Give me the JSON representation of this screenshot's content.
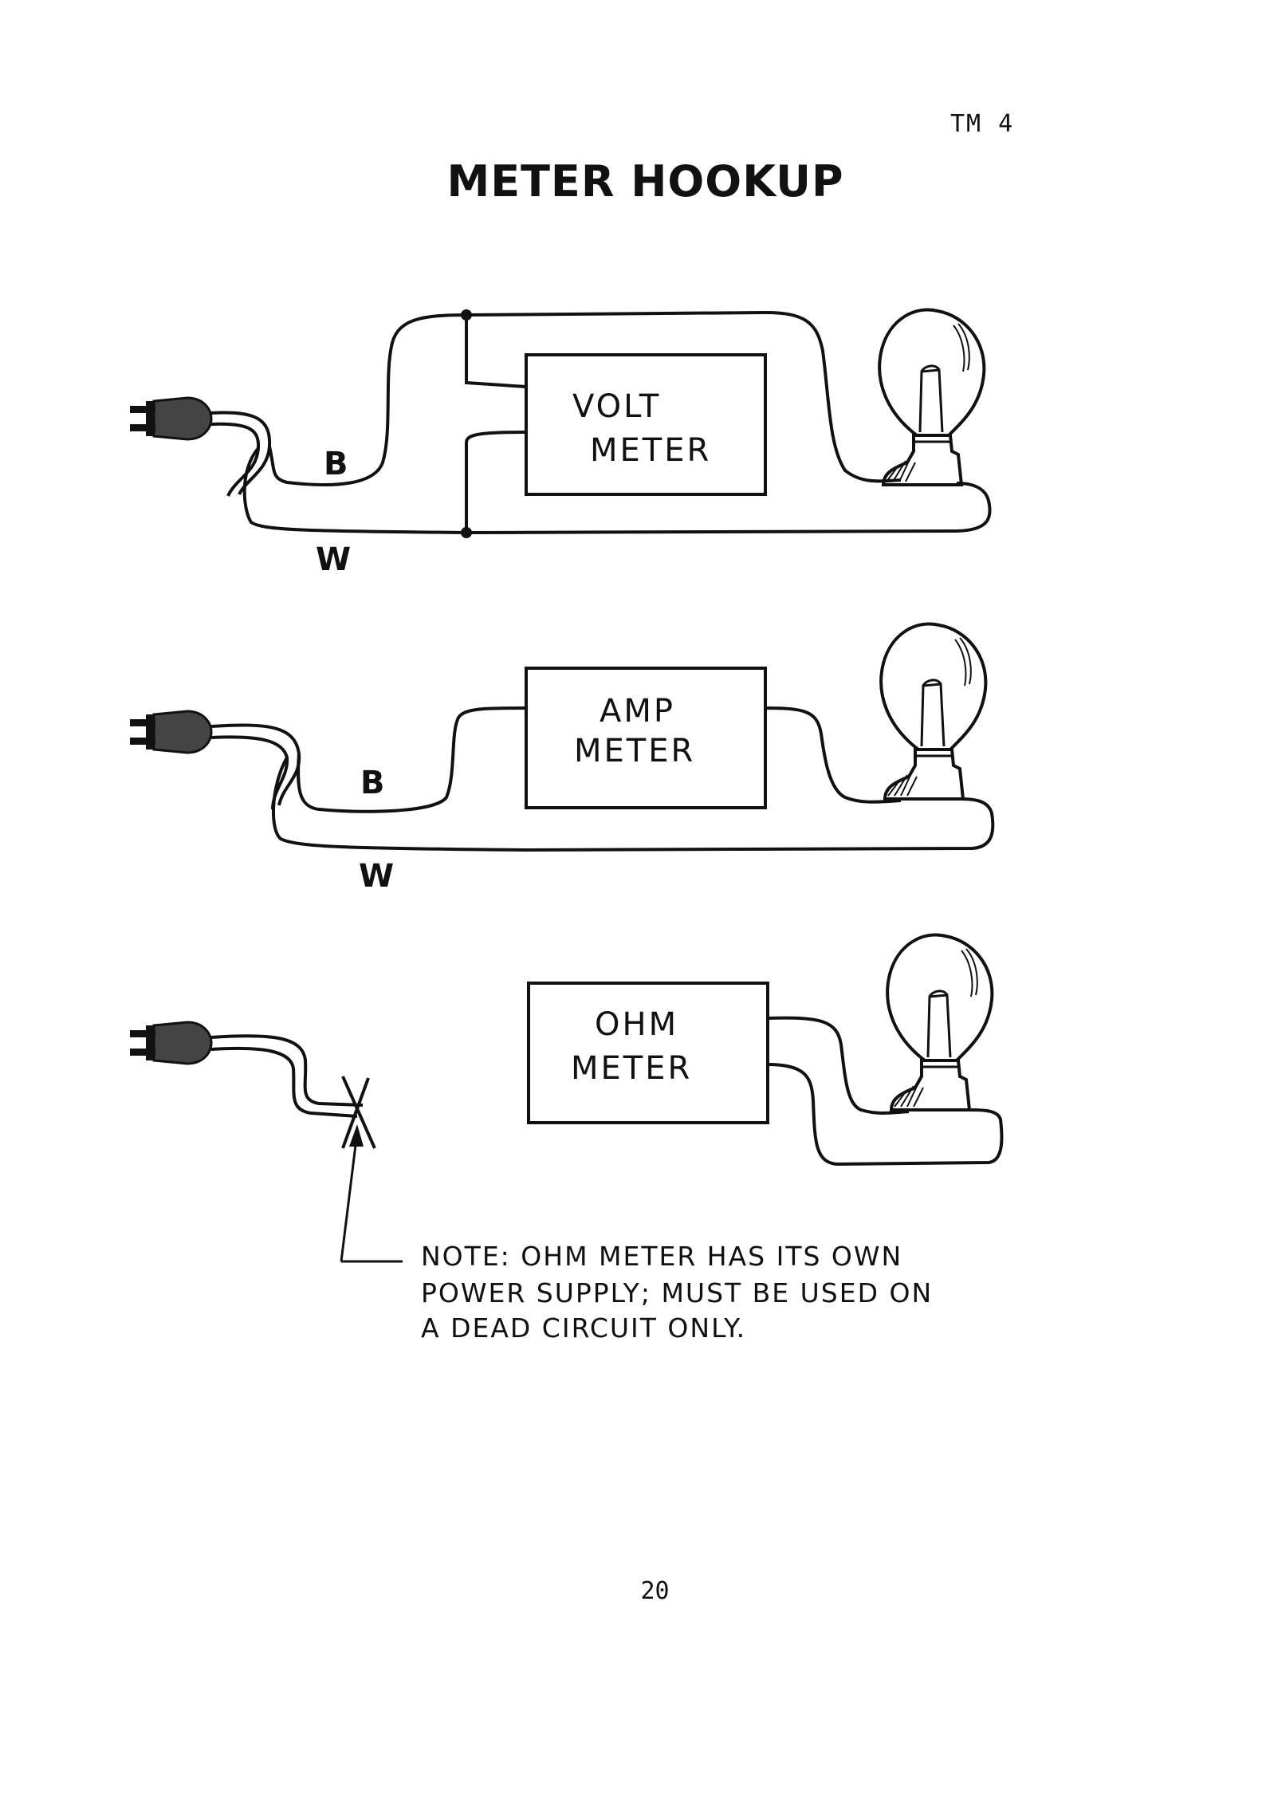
{
  "header": {
    "page_id": "TM 4",
    "title": "METER HOOKUP"
  },
  "diagrams": {
    "volt": {
      "meter_line1": "VOLT",
      "meter_line2": "METER",
      "wire_b": "B",
      "wire_w": "W"
    },
    "amp": {
      "meter_line1": "AMP",
      "meter_line2": "METER",
      "wire_b": "B",
      "wire_w": "W"
    },
    "ohm": {
      "meter_line1": "OHM",
      "meter_line2": "METER"
    }
  },
  "note": {
    "line1": "NOTE: OHM METER HAS ITS OWN",
    "line2": "POWER SUPPLY; MUST BE USED ON",
    "line3": "A DEAD CIRCUIT ONLY."
  },
  "footer": {
    "page_number": "20"
  }
}
